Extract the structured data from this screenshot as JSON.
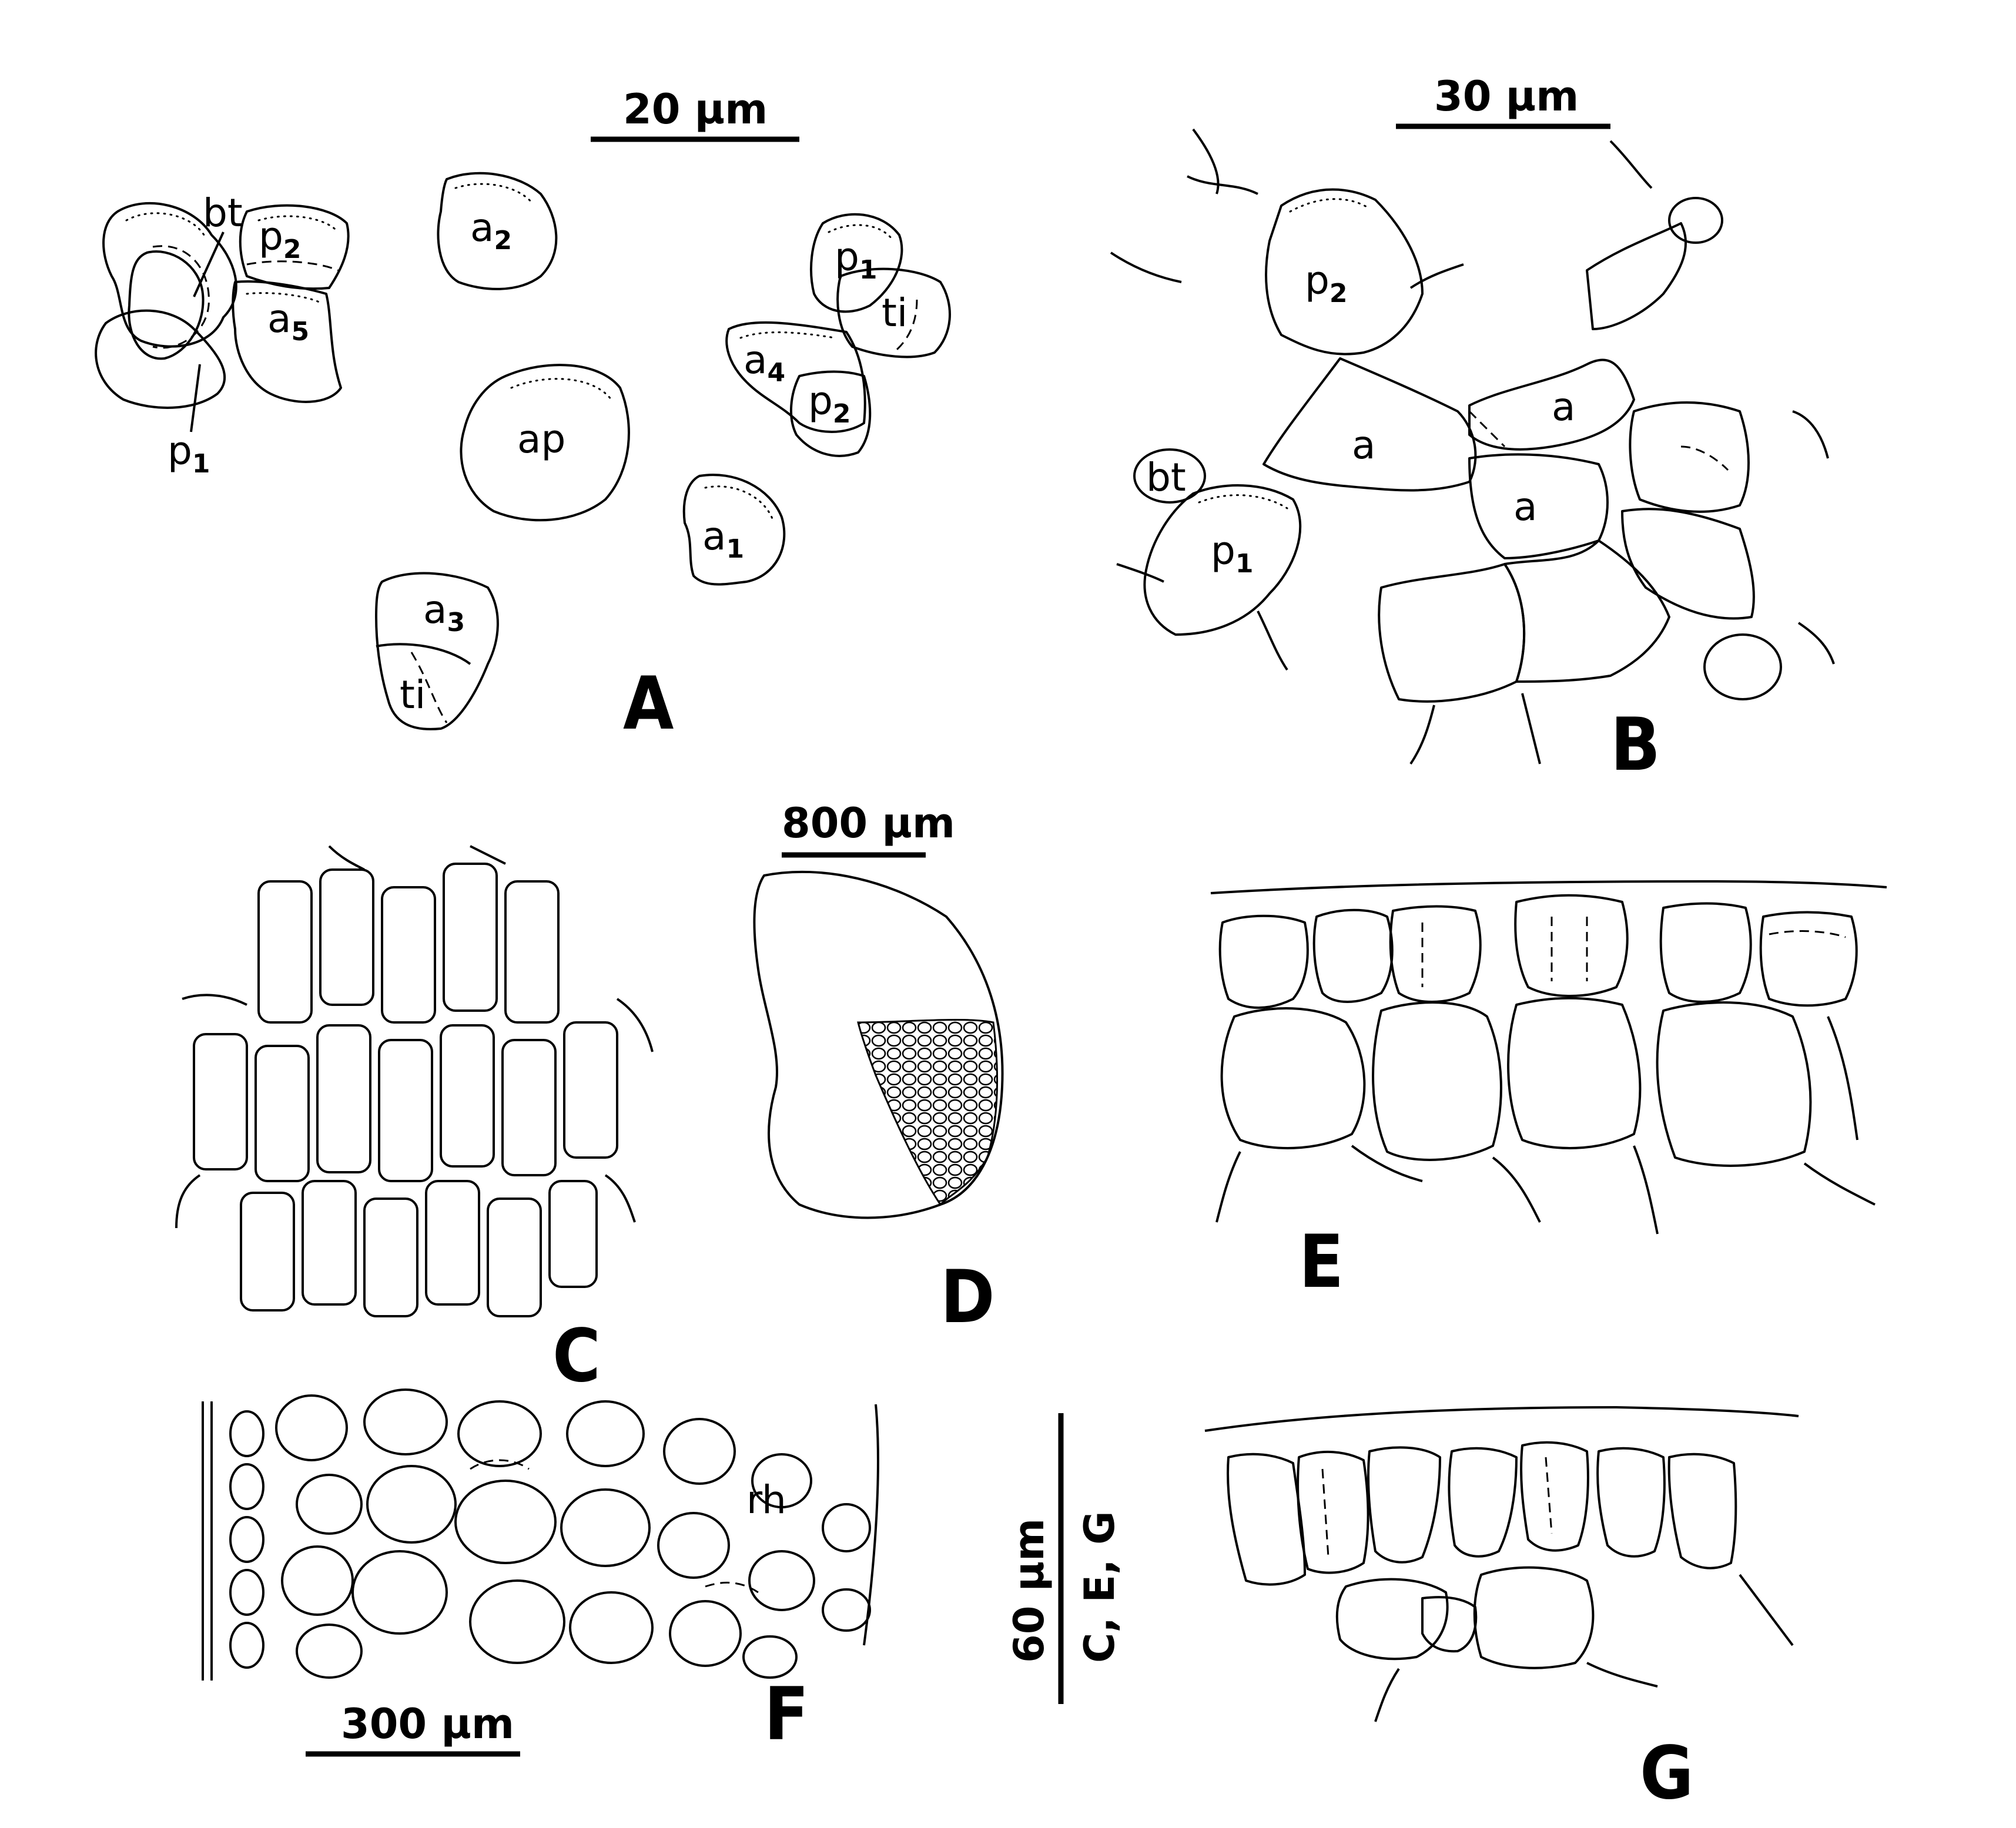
{
  "scale_bars": {
    "a": "20 µm",
    "b": "30 µm",
    "d": "800 µm",
    "f": "300 µm",
    "ceg_value": "60 µm",
    "ceg_panels": "C, E, G"
  },
  "panels": {
    "A": {
      "letter": "A",
      "labels": {
        "bt": "bt",
        "p": "p",
        "a": "a",
        "ap": "ap",
        "ti": "ti",
        "ti2": "ti",
        "sub1": "1",
        "sub2": "2",
        "sub3": "3",
        "sub4": "4",
        "sub5": "5"
      }
    },
    "B": {
      "letter": "B",
      "labels": {
        "a": "a",
        "p": "p",
        "bt": "bt",
        "sub1": "1",
        "sub2": "2"
      }
    },
    "C": {
      "letter": "C"
    },
    "D": {
      "letter": "D"
    },
    "E": {
      "letter": "E"
    },
    "F": {
      "letter": "F",
      "labels": {
        "rh": "rh"
      }
    },
    "G": {
      "letter": "G"
    }
  }
}
